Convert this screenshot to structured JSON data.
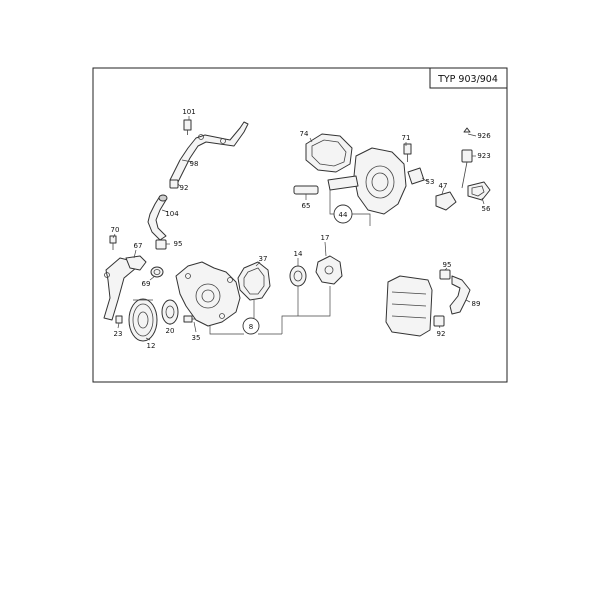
{
  "header": {
    "typ_label": "TYP 903/904"
  },
  "callouts": {
    "c101": "101",
    "c98": "98",
    "c92a": "92",
    "c104": "104",
    "c95a": "95",
    "c70": "70",
    "c67": "67",
    "c69": "69",
    "c23": "23",
    "c12": "12",
    "c20": "20",
    "c35": "35",
    "c37": "37",
    "c8": "8",
    "c14": "14",
    "c17": "17",
    "c74": "74",
    "c71": "71",
    "c65": "65",
    "c44": "44",
    "c53": "53",
    "c47": "47",
    "c926": "926",
    "c923": "923",
    "c56": "56",
    "c95b": "95",
    "c89": "89",
    "c92b": "92"
  }
}
